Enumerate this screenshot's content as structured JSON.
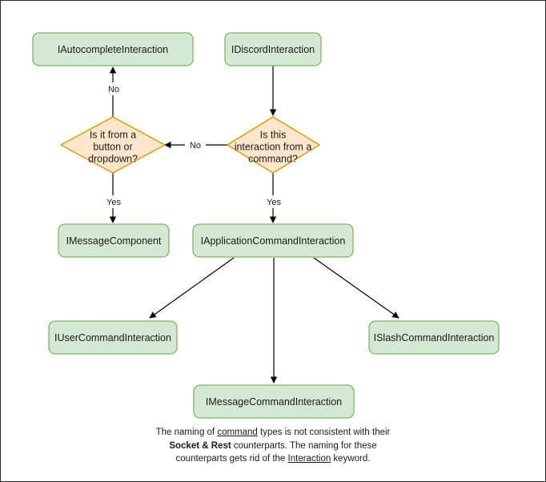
{
  "diagram": {
    "title": "Discord interaction type hierarchy flowchart",
    "colors": {
      "box_fill": "#d5e8d4",
      "box_stroke": "#82b366",
      "diamond_fill": "#ffe6cc",
      "diamond_stroke": "#d79b00",
      "edge": "#000000",
      "text": "#1b1b1b",
      "canvas_border": "#2a2a2a",
      "background": "#ffffff"
    },
    "nodes": [
      {
        "id": "autocomplete",
        "type": "box",
        "label": "IAutocompleteInteraction"
      },
      {
        "id": "discord",
        "type": "box",
        "label": "IDiscordInteraction"
      },
      {
        "id": "button_dropdown",
        "type": "diamond",
        "label_lines": [
          "Is it from a",
          "button or",
          "dropdown?"
        ]
      },
      {
        "id": "from_command",
        "type": "diamond",
        "label_lines": [
          "Is this",
          "interaction from a",
          "command?"
        ]
      },
      {
        "id": "message_component",
        "type": "box",
        "label": "IMessageComponent"
      },
      {
        "id": "app_command",
        "type": "box",
        "label": "IApplicationCommandInteraction"
      },
      {
        "id": "user_command",
        "type": "box",
        "label": "IUserCommandInteraction"
      },
      {
        "id": "slash_command",
        "type": "box",
        "label": "ISlashCommandInteraction"
      },
      {
        "id": "message_command",
        "type": "box",
        "label": "IMessageCommandInteraction"
      }
    ],
    "edges": [
      {
        "from": "discord",
        "to": "from_command",
        "label": ""
      },
      {
        "from": "from_command",
        "to": "button_dropdown",
        "label": "No"
      },
      {
        "from": "button_dropdown",
        "to": "autocomplete",
        "label": "No"
      },
      {
        "from": "button_dropdown",
        "to": "message_component",
        "label": "Yes"
      },
      {
        "from": "from_command",
        "to": "app_command",
        "label": "Yes"
      },
      {
        "from": "app_command",
        "to": "user_command",
        "label": ""
      },
      {
        "from": "app_command",
        "to": "message_command",
        "label": ""
      },
      {
        "from": "app_command",
        "to": "slash_command",
        "label": ""
      }
    ],
    "caption": {
      "line1_a": "The naming of ",
      "line1_underline": "command",
      "line1_b": " types is not consistent with their",
      "line2_bold1": "Socket",
      "line2_amp": " & ",
      "line2_bold2": "Rest",
      "line2_rest": " counterparts. The naming for these",
      "line3_a": "counterparts gets rid of the ",
      "line3_underline": "Interaction",
      "line3_b": " keyword."
    }
  }
}
